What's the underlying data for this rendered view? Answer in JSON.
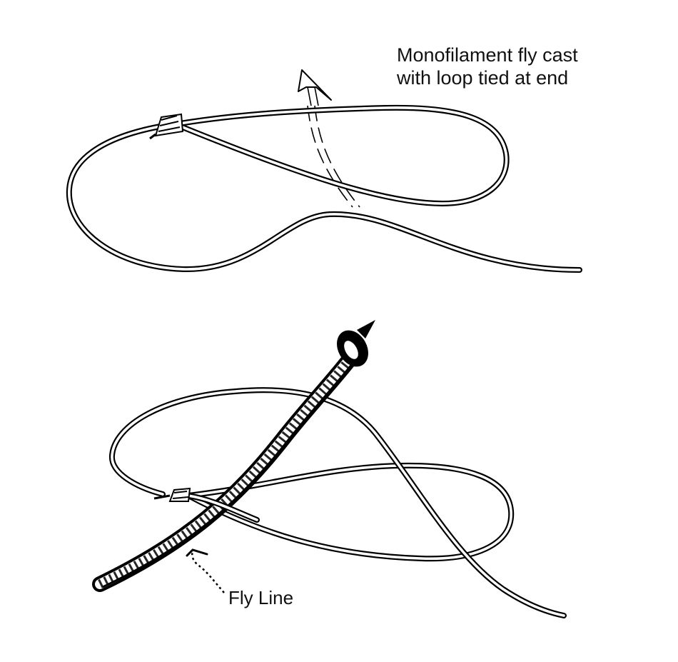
{
  "diagram": {
    "top_caption": [
      "Monofilament fly cast",
      "with loop tied at end"
    ],
    "fly_line_label": "Fly Line"
  },
  "colors": {
    "ink": "#000000",
    "paper": "#ffffff"
  }
}
